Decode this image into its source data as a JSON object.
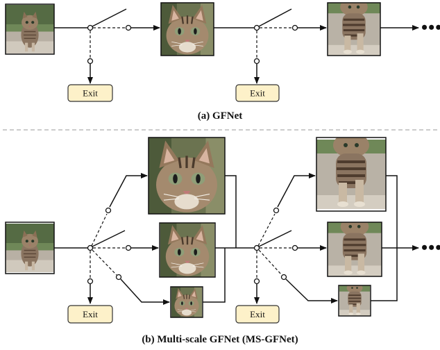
{
  "panel_a": {
    "caption": "(a) GFNet",
    "exit_labels": [
      "Exit",
      "Exit"
    ],
    "continuation": "•••"
  },
  "panel_b": {
    "caption": "(b) Multi-scale GFNet (MS-GFNet)",
    "exit_labels": [
      "Exit",
      "Exit"
    ],
    "continuation": "•••"
  },
  "colors": {
    "exit_box_fill": "#fdf1c9",
    "exit_box_stroke": "#333333",
    "line": "#111111",
    "separator": "#999999"
  },
  "images": {
    "full_cat": "kitten walking toward camera on stone ledge",
    "face_patch": "close-up of kitten face",
    "legs_patch": "close-up of kitten legs and paws"
  }
}
